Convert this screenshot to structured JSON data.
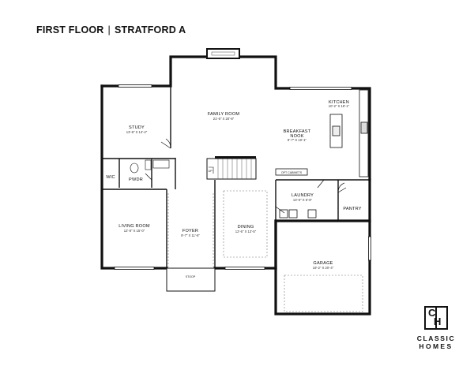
{
  "header": {
    "floor": "FIRST FLOOR",
    "separator": "|",
    "plan_name": "STRATFORD A"
  },
  "rooms": {
    "family_room": {
      "name": "FAMILY ROOM",
      "dims": "21'-6\" X 20'-8\""
    },
    "kitchen": {
      "name": "KITCHEN",
      "dims": "10'-2\" X 18'-1\""
    },
    "breakfast_nook": {
      "name_line1": "BREAKFAST",
      "name_line2": "NOOK",
      "dims": "9'-7\" X 10'-1\""
    },
    "study": {
      "name": "STUDY",
      "dims": "13'-8\" X 14'-4\""
    },
    "wic": {
      "name": "WIC"
    },
    "pwdr": {
      "name": "PWDR"
    },
    "living_room": {
      "name": "LIVING ROOM",
      "dims": "12'-8\" X 15'-0\""
    },
    "foyer": {
      "name": "FOYER",
      "dims": "9'-7\" X 11'-6\""
    },
    "dining": {
      "name": "DINING",
      "dims": "12'-6\" X 13'-5\""
    },
    "laundry": {
      "name": "LAUNDRY",
      "dims": "13'-0\" X 6'-6\""
    },
    "pantry": {
      "name": "PANTRY"
    },
    "garage": {
      "name": "GARAGE",
      "dims": "19'-2\" X 20'-4\""
    },
    "stoop": {
      "name": "STOOP"
    }
  },
  "annotations": {
    "opt_cabinets": "OPT CABINETS",
    "up": "UP"
  },
  "brand": {
    "monogram_left": "C",
    "monogram_right": "H",
    "line1": "CLASSIC",
    "line2": "HOMES"
  }
}
